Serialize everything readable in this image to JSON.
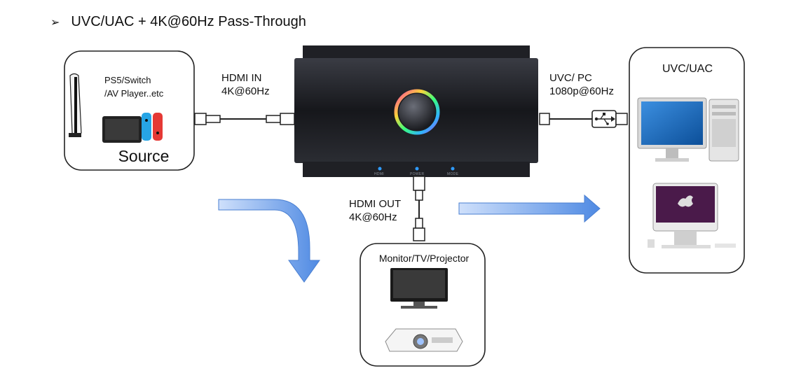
{
  "heading": {
    "bullet": "➢",
    "text": "UVC/UAC + 4K@60Hz Pass-Through"
  },
  "source_box": {
    "devices_line1": "PS5/Switch",
    "devices_line2": "/AV Player..etc",
    "caption": "Source",
    "icons": [
      "game-console-icon",
      "handheld-console-icon"
    ]
  },
  "hdmi_in": {
    "line1": "HDMI IN",
    "line2": "4K@60Hz"
  },
  "uvc_pc": {
    "line1": "UVC/ PC",
    "line2": "1080p@60Hz"
  },
  "hdmi_out": {
    "line1": "HDMI OUT",
    "line2": "4K@60Hz"
  },
  "device": {
    "led_labels": [
      "HDMI",
      "POWER",
      "MODE"
    ],
    "led_color": "#2f9bff"
  },
  "uvc_box": {
    "title": "UVC/UAC",
    "icons": [
      "desktop-computer-icon",
      "imac-icon"
    ]
  },
  "monitor_box": {
    "title": "Monitor/TV/Projector",
    "icons": [
      "tv-icon",
      "projector-icon"
    ]
  },
  "colors": {
    "arrow": "#5b93e6",
    "device_body": "#1c1d22",
    "box_border": "#222222"
  }
}
